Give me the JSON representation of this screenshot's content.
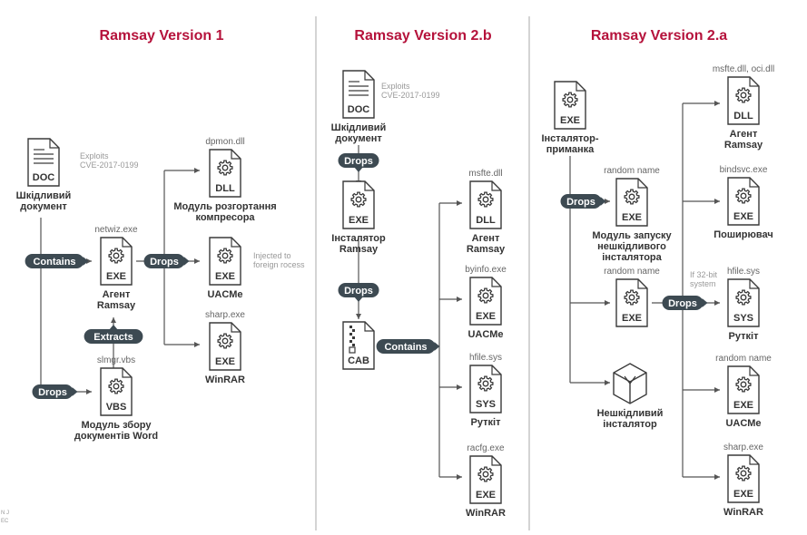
{
  "panels": [
    {
      "title": "Ramsay Version 1"
    },
    {
      "title": "Ramsay Version 2.b"
    },
    {
      "title": "Ramsay Version 2.a"
    }
  ],
  "nodes": {
    "v1_doc": {
      "type": "DOC",
      "label1": "Шкідливий",
      "label2": "документ",
      "note1": "Exploits",
      "note2": "CVE-2017-0199"
    },
    "v1_agent": {
      "type": "EXE",
      "file": "netwiz.exe",
      "label1": "Агент",
      "label2": "Ramsay"
    },
    "v1_vbs": {
      "type": "VBS",
      "file": "slmgr.vbs",
      "label1": "Модуль збору",
      "label2": "документів Word"
    },
    "v1_dll": {
      "type": "DLL",
      "file": "dpmon.dll",
      "label1": "Модуль розгортання",
      "label2": "компресора"
    },
    "v1_uacme": {
      "type": "EXE",
      "label1": "UACMe",
      "note1": "Injected to",
      "note2": "foreign rocess"
    },
    "v1_winrar": {
      "type": "EXE",
      "file": "sharp.exe",
      "label1": "WinRAR"
    },
    "v2b_doc": {
      "type": "DOC",
      "label1": "Шкідливий",
      "label2": "документ",
      "note1": "Exploits",
      "note2": "CVE-2017-0199"
    },
    "v2b_installer": {
      "type": "EXE",
      "label1": "Інсталятор",
      "label2": "Ramsay"
    },
    "v2b_cab": {
      "type": "CAB"
    },
    "v2b_dll": {
      "type": "DLL",
      "file": "msfte.dll",
      "label1": "Агент",
      "label2": "Ramsay"
    },
    "v2b_uacme": {
      "type": "EXE",
      "file": "byinfo.exe",
      "label1": "UACMe"
    },
    "v2b_sys": {
      "type": "SYS",
      "file": "hfile.sys",
      "label1": "Руткіт"
    },
    "v2b_winrar": {
      "type": "EXE",
      "file": "racfg.exe",
      "label1": "WinRAR"
    },
    "v2a_lure": {
      "type": "EXE",
      "label1": "Інсталятор-",
      "label2": "приманка"
    },
    "v2a_launcher": {
      "type": "EXE",
      "file": "random name",
      "label1": "Модуль запуску",
      "label2": "нешкідливого",
      "label3": "інсталятора"
    },
    "v2a_random": {
      "type": "EXE",
      "file": "random name"
    },
    "v2a_benign": {
      "label1": "Нешкідливий",
      "label2": "інсталятор"
    },
    "v2a_dll": {
      "type": "DLL",
      "file": "msfte.dll, oci.dll",
      "label1": "Агент",
      "label2": "Ramsay"
    },
    "v2a_spreader": {
      "type": "EXE",
      "file": "bindsvc.exe",
      "label1": "Поширювач"
    },
    "v2a_sys": {
      "type": "SYS",
      "file": "hfile.sys",
      "label1": "Руткіт",
      "note1": "If 32-bit",
      "note2": "system"
    },
    "v2a_uacme": {
      "type": "EXE",
      "file": "random name",
      "label1": "UACMe"
    },
    "v2a_winrar": {
      "type": "EXE",
      "file": "sharp.exe",
      "label1": "WinRAR"
    }
  },
  "pills": {
    "v1_contains": "Contains",
    "v1_drops_a": "Drops",
    "v1_extracts": "Extracts",
    "v1_drops_b": "Drops",
    "v2b_drops_a": "Drops",
    "v2b_drops_b": "Drops",
    "v2b_contains": "Contains",
    "v2a_drops_a": "Drops",
    "v2a_drops_b": "Drops"
  },
  "logo": {
    "line1": "N J",
    "line2": "EC"
  },
  "colors": {
    "title": "#b5123b",
    "pill": "#3d4a52",
    "line": "#555555",
    "icon": "#3a3a3a"
  }
}
